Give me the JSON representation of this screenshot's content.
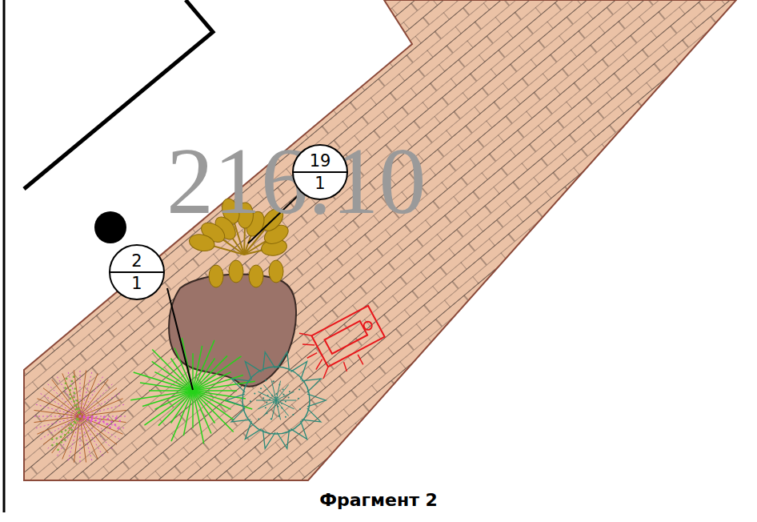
{
  "diagram": {
    "caption": "Фрагмент 2",
    "nodes": [
      {
        "text": [
          "19",
          "1"
        ]
      },
      {
        "text": [
          "2",
          "1"
        ]
      }
    ],
    "labels": [
      "216.10"
    ]
  }
}
